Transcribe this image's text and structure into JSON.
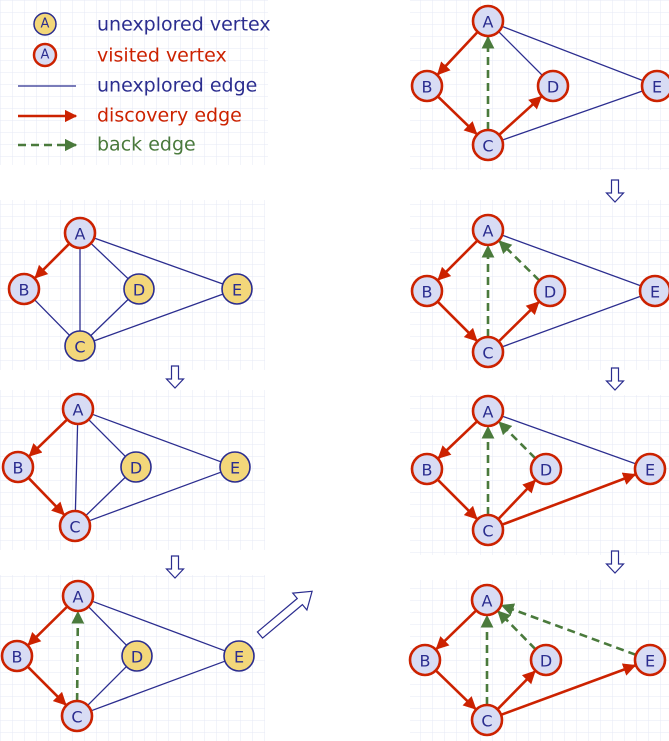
{
  "colors": {
    "unexplored_fill": "#f3d77a",
    "unexplored_stroke": "#2b2d8f",
    "visited_fill": "#d8dcf4",
    "visited_stroke": "#cc2200",
    "unexplored_edge": "#2b2d8f",
    "discovery_edge": "#cc2200",
    "back_edge": "#4a7a3c",
    "grid": "#e6e9f6"
  },
  "legend": {
    "vertex_letter": "A",
    "unexplored_vertex": "unexplored vertex",
    "visited_vertex": "visited vertex",
    "unexplored_edge": "unexplored edge",
    "discovery_edge": "discovery edge",
    "back_edge": "back edge"
  },
  "vertices": [
    "A",
    "B",
    "C",
    "D",
    "E"
  ],
  "panels": [
    {
      "name": "step-1",
      "visited": [
        "A",
        "B",
        "C",
        "D",
        "E"
      ],
      "edges": [
        {
          "from": "A",
          "to": "B",
          "kind": "discovery"
        },
        {
          "from": "B",
          "to": "C",
          "kind": "discovery"
        },
        {
          "from": "C",
          "to": "A",
          "kind": "back"
        },
        {
          "from": "C",
          "to": "D",
          "kind": "discovery"
        },
        {
          "from": "A",
          "to": "D",
          "kind": "unexplored"
        },
        {
          "from": "A",
          "to": "E",
          "kind": "unexplored"
        },
        {
          "from": "C",
          "to": "E",
          "kind": "unexplored"
        }
      ]
    },
    {
      "name": "step-2",
      "visited": [
        "A",
        "B",
        "C",
        "D",
        "E"
      ],
      "edges": [
        {
          "from": "A",
          "to": "B",
          "kind": "discovery"
        },
        {
          "from": "B",
          "to": "C",
          "kind": "discovery"
        },
        {
          "from": "C",
          "to": "A",
          "kind": "back"
        },
        {
          "from": "C",
          "to": "D",
          "kind": "discovery"
        },
        {
          "from": "D",
          "to": "A",
          "kind": "back"
        },
        {
          "from": "A",
          "to": "E",
          "kind": "unexplored"
        },
        {
          "from": "C",
          "to": "E",
          "kind": "unexplored"
        }
      ]
    },
    {
      "name": "step-3",
      "visited": [
        "A",
        "B",
        "C",
        "D",
        "E"
      ],
      "edges": [
        {
          "from": "A",
          "to": "B",
          "kind": "discovery"
        },
        {
          "from": "B",
          "to": "C",
          "kind": "discovery"
        },
        {
          "from": "C",
          "to": "A",
          "kind": "back"
        },
        {
          "from": "C",
          "to": "D",
          "kind": "discovery"
        },
        {
          "from": "D",
          "to": "A",
          "kind": "back"
        },
        {
          "from": "A",
          "to": "E",
          "kind": "unexplored"
        },
        {
          "from": "C",
          "to": "E",
          "kind": "discovery"
        }
      ]
    },
    {
      "name": "step-4",
      "visited": [
        "A",
        "B",
        "C",
        "D",
        "E"
      ],
      "edges": [
        {
          "from": "A",
          "to": "B",
          "kind": "discovery"
        },
        {
          "from": "B",
          "to": "C",
          "kind": "discovery"
        },
        {
          "from": "C",
          "to": "A",
          "kind": "back"
        },
        {
          "from": "C",
          "to": "D",
          "kind": "discovery"
        },
        {
          "from": "D",
          "to": "A",
          "kind": "back"
        },
        {
          "from": "E",
          "to": "A",
          "kind": "back"
        },
        {
          "from": "C",
          "to": "E",
          "kind": "discovery"
        }
      ]
    },
    {
      "name": "step-5",
      "visited": [
        "A",
        "B"
      ],
      "edges": [
        {
          "from": "A",
          "to": "B",
          "kind": "discovery"
        },
        {
          "from": "A",
          "to": "C",
          "kind": "unexplored"
        },
        {
          "from": "A",
          "to": "D",
          "kind": "unexplored"
        },
        {
          "from": "A",
          "to": "E",
          "kind": "unexplored"
        },
        {
          "from": "B",
          "to": "C",
          "kind": "unexplored"
        },
        {
          "from": "C",
          "to": "D",
          "kind": "unexplored"
        },
        {
          "from": "C",
          "to": "E",
          "kind": "unexplored"
        }
      ]
    },
    {
      "name": "step-6",
      "visited": [
        "A",
        "B",
        "C"
      ],
      "edges": [
        {
          "from": "A",
          "to": "B",
          "kind": "discovery"
        },
        {
          "from": "A",
          "to": "C",
          "kind": "unexplored"
        },
        {
          "from": "A",
          "to": "D",
          "kind": "unexplored"
        },
        {
          "from": "A",
          "to": "E",
          "kind": "unexplored"
        },
        {
          "from": "B",
          "to": "C",
          "kind": "discovery"
        },
        {
          "from": "C",
          "to": "D",
          "kind": "unexplored"
        },
        {
          "from": "C",
          "to": "E",
          "kind": "unexplored"
        }
      ]
    },
    {
      "name": "step-7",
      "visited": [
        "A",
        "B",
        "C"
      ],
      "edges": [
        {
          "from": "A",
          "to": "B",
          "kind": "discovery"
        },
        {
          "from": "B",
          "to": "C",
          "kind": "discovery"
        },
        {
          "from": "C",
          "to": "A",
          "kind": "back"
        },
        {
          "from": "A",
          "to": "D",
          "kind": "unexplored"
        },
        {
          "from": "A",
          "to": "E",
          "kind": "unexplored"
        },
        {
          "from": "C",
          "to": "D",
          "kind": "unexplored"
        },
        {
          "from": "C",
          "to": "E",
          "kind": "unexplored"
        }
      ]
    }
  ]
}
